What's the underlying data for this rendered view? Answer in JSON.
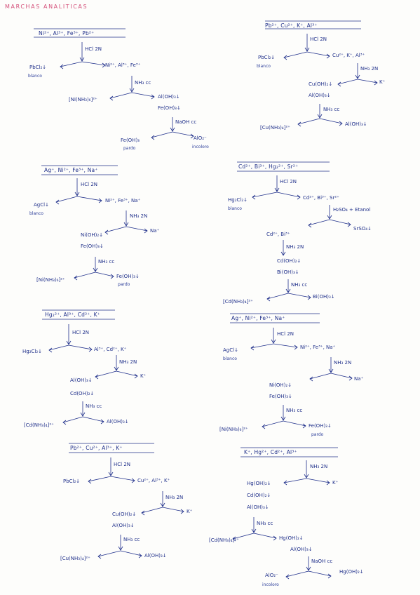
{
  "title": "MARCHAS ANALITICAS",
  "marchas": [
    {
      "header": "Ni²⁺, Al³⁺, Fe³⁺, Pb²⁺",
      "t": [
        "HCl 2N",
        "PbCl₂↓",
        "blanco",
        "Ni²⁺, Al³⁺, Fe³⁺",
        "NH₃ cc",
        "[Ni(NH₃)₆]²⁺",
        "Al(OH)₃↓",
        "Fe(OH)₃↓",
        "NaOH cc",
        "Fe(OH)₃",
        "pardo",
        "AlO₂⁻",
        "incoloro"
      ]
    },
    {
      "header": "Pb²⁺, Cu²⁺, K⁺, Al³⁺",
      "t": [
        "HCl 2N",
        "PbCl₂↓",
        "blanco",
        "Cu²⁺, K⁺, Al³⁺",
        "NH₃ 2N",
        "K⁺",
        "Cu(OH)₂↓",
        "Al(OH)₃↓",
        "NH₃ cc",
        "[Cu(NH₃)₄]²⁺",
        "Al(OH)₃↓"
      ]
    },
    {
      "header": "Ag⁺, Ni²⁺, Fe³⁺, Na⁺",
      "t": [
        "HCl 2N",
        "AgCl↓",
        "blanco",
        "Ni²⁺, Fe³⁺, Na⁺",
        "NH₃ 2N",
        "Na⁺",
        "Ni(OH)₂↓",
        "Fe(OH)₃↓",
        "NH₃ cc",
        "[Ni(NH₃)₆]²⁺",
        "Fe(OH)₃↓",
        "pardo"
      ]
    },
    {
      "header": "Cd²⁺, Bi³⁺, Hg₂²⁺, Sr²⁺",
      "t": [
        "HCl 2N",
        "Hg₂Cl₂↓",
        "blanco",
        "Cd²⁺, Bi³⁺, Sr²⁺",
        "H₂SO₄ + Etanol",
        "SrSO₄↓",
        "Cd²⁺, Bi³⁺",
        "NH₃ 2N",
        "Cd(OH)₂↓",
        "Bi(OH)₃↓",
        "NH₃ cc",
        "[Cd(NH₃)₄]²⁺",
        "Bi(OH)₃↓"
      ]
    },
    {
      "header": "Hg₂²⁺, Al³⁺, Cd²⁺, K⁺",
      "t": [
        "HCl 2N",
        "Hg₂Cl₂↓",
        "Al³⁺, Cd²⁺, K⁺",
        "NH₃ 2N",
        "K⁺",
        "Al(OH)₃↓",
        "Cd(OH)₂↓",
        "NH₃ cc",
        "[Cd(NH₃)₄]²⁺",
        "Al(OH)₃↓"
      ]
    },
    {
      "header": "Ag⁺, Ni²⁺, Fe³⁺, Na⁺",
      "t": [
        "HCl 2N",
        "AgCl↓",
        "blanco",
        "Ni²⁺, Fe³⁺, Na⁺",
        "NH₃ 2N",
        "Na⁺",
        "Ni(OH)₂↓",
        "Fe(OH)₃↓",
        "NH₃ cc",
        "[Ni(NH₃)₆]²⁺",
        "Fe(OH)₃↓",
        "pardo"
      ]
    },
    {
      "header": "Pb²⁺, Cu²⁺, Al³⁺, K⁺",
      "t": [
        "HCl 2N",
        "PbCl₂↓",
        "Cu²⁺, Al³⁺, K⁺",
        "NH₃ 2N",
        "K⁺",
        "Cu(OH)₂↓",
        "Al(OH)₃↓",
        "NH₃ cc",
        "[Cu(NH₃)₄]²⁺",
        "Al(OH)₃↓"
      ]
    },
    {
      "header": "K⁺, Hg²⁺, Cd²⁺, Al³⁺",
      "t": [
        "NH₃ 2N",
        "K⁺",
        "Hg(OH)₂↓",
        "Cd(OH)₂↓",
        "Al(OH)₃↓",
        "NH₃ cc",
        "[Cd(NH₃)₄]²⁺",
        "Hg(OH)₂↓",
        "Al(OH)₃↓",
        "NaOH cc",
        "AlO₂⁻",
        "incoloro",
        "Hg(OH)₂↓"
      ]
    }
  ]
}
